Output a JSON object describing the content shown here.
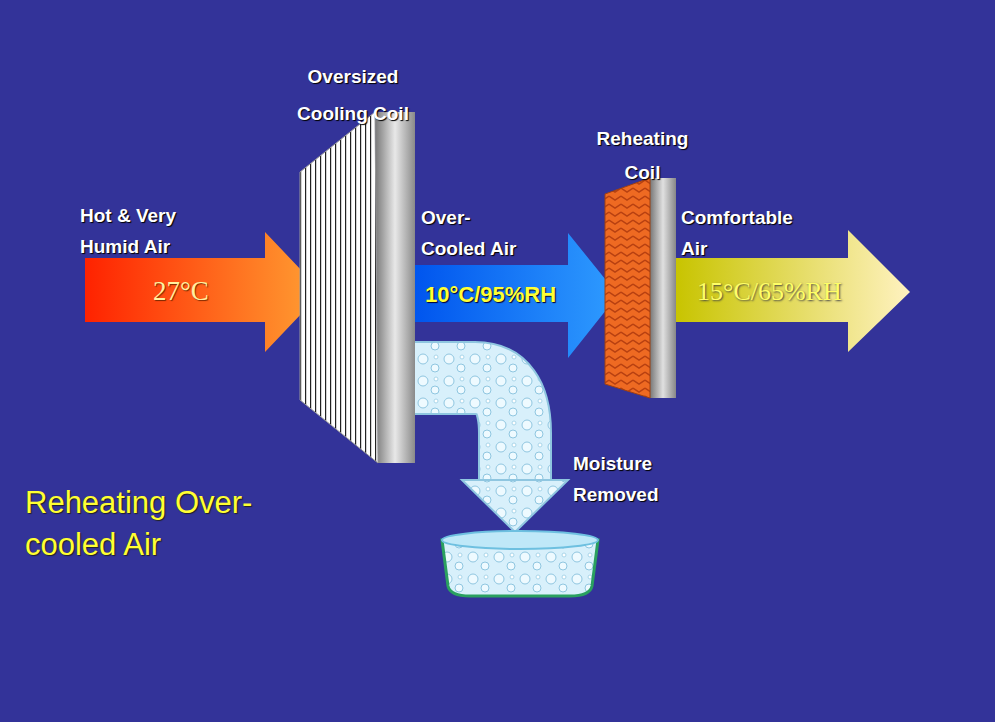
{
  "diagram": {
    "title": "Reheating Over-cooled Air",
    "nodes": [
      {
        "text": [
          "Hot & Very Humid Air",
          "27°C"
        ]
      },
      {
        "text": [
          "Oversized Cooling Coil"
        ]
      },
      {
        "text": [
          "Over- Cooled Air",
          "10°C/95%RH"
        ]
      },
      {
        "text": [
          "Reheating Coil"
        ]
      },
      {
        "text": [
          "Comfortable Air",
          "15°C/65%RH"
        ]
      },
      {
        "text": [
          "Moisture Removed"
        ]
      }
    ],
    "edges": [
      {
        "from": 1,
        "to": 5,
        "arrow": "to"
      }
    ]
  }
}
